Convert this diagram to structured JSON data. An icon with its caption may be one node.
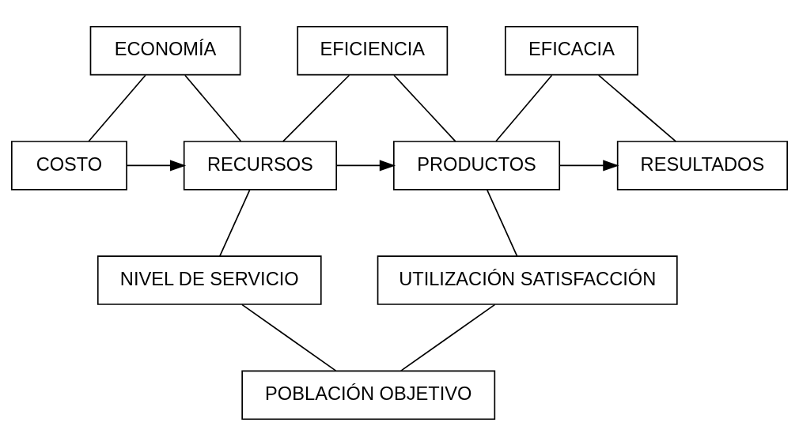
{
  "diagram": {
    "nodes": [
      {
        "text": [
          "ECONOMÍA"
        ]
      },
      {
        "text": [
          "EFICIENCIA"
        ]
      },
      {
        "text": [
          "EFICACIA"
        ]
      },
      {
        "text": [
          "COSTO"
        ]
      },
      {
        "text": [
          "RECURSOS"
        ]
      },
      {
        "text": [
          "PRODUCTOS"
        ]
      },
      {
        "text": [
          "RESULTADOS"
        ]
      },
      {
        "text": [
          "NIVEL DE SERVICIO"
        ]
      },
      {
        "text": [
          "UTILIZACIÓN SATISFACCIÓN"
        ]
      },
      {
        "text": [
          "POBLACIÓN OBJETIVO"
        ]
      }
    ],
    "edges": [
      {
        "from": 0,
        "to": 3,
        "arrow": "none"
      },
      {
        "from": 0,
        "to": 4,
        "arrow": "none"
      },
      {
        "from": 1,
        "to": 4,
        "arrow": "none"
      },
      {
        "from": 1,
        "to": 5,
        "arrow": "none"
      },
      {
        "from": 2,
        "to": 5,
        "arrow": "none"
      },
      {
        "from": 2,
        "to": 6,
        "arrow": "none"
      },
      {
        "from": 3,
        "to": 4,
        "arrow": "to"
      },
      {
        "from": 4,
        "to": 5,
        "arrow": "to"
      },
      {
        "from": 5,
        "to": 6,
        "arrow": "to"
      },
      {
        "from": 4,
        "to": 7,
        "arrow": "none"
      },
      {
        "from": 5,
        "to": 8,
        "arrow": "none"
      },
      {
        "from": 7,
        "to": 9,
        "arrow": "none"
      },
      {
        "from": 8,
        "to": 9,
        "arrow": "none"
      }
    ]
  }
}
